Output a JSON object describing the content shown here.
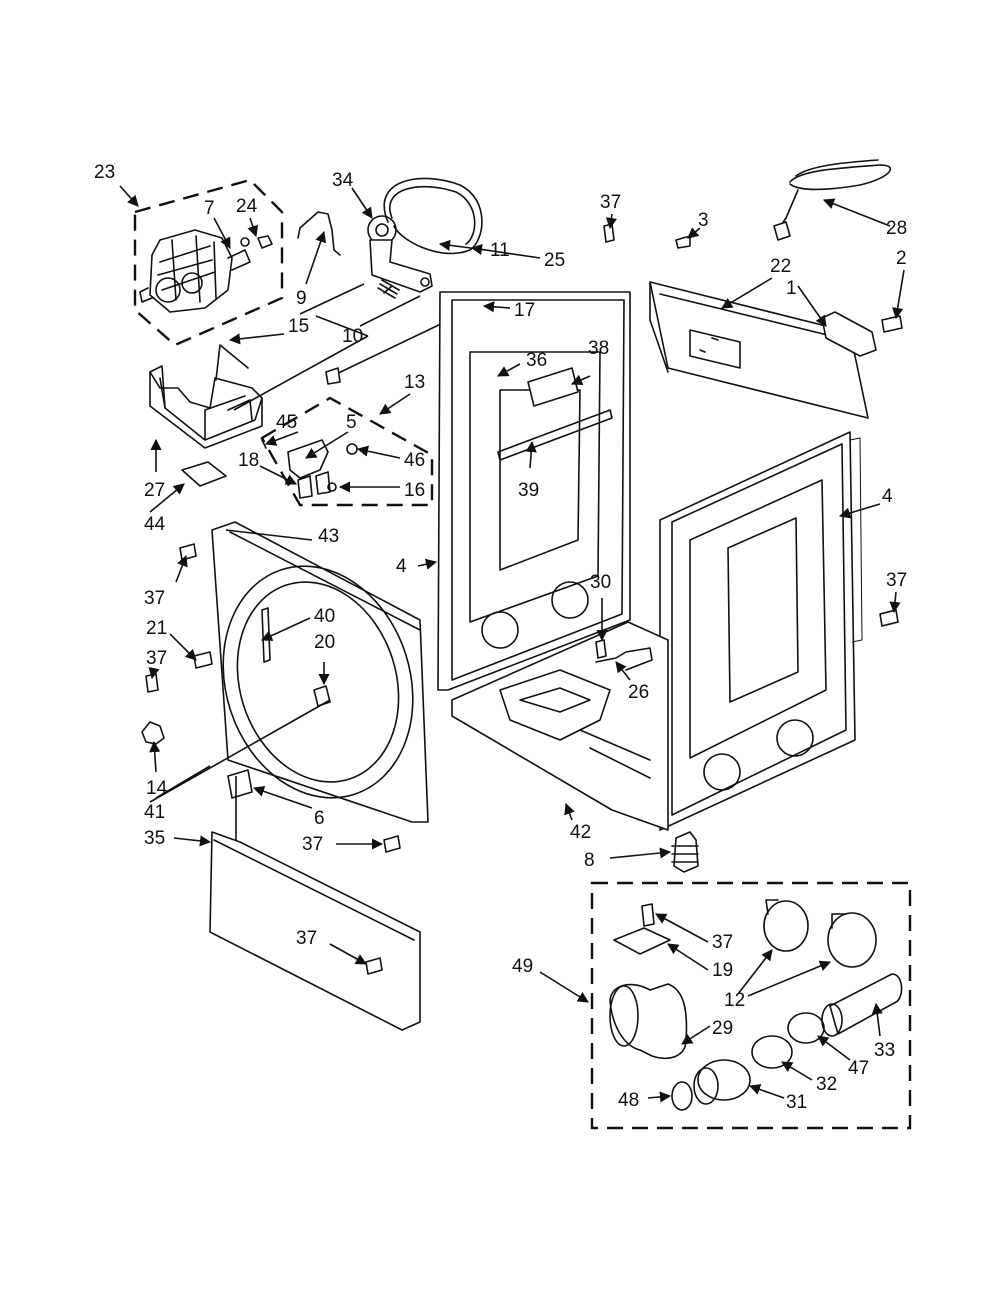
{
  "diagram": {
    "type": "exploded-parts-diagram",
    "callouts": {
      "c1": "1",
      "c2": "2",
      "c3": "3",
      "c4a": "4",
      "c4b": "4",
      "c5": "5",
      "c6": "6",
      "c7": "7",
      "c8": "8",
      "c9": "9",
      "c10": "10",
      "c11": "11",
      "c12": "12",
      "c13": "13",
      "c14": "14",
      "c15": "15",
      "c16": "16",
      "c17": "17",
      "c18": "18",
      "c19": "19",
      "c20": "20",
      "c21": "21",
      "c22": "22",
      "c23": "23",
      "c24": "24",
      "c25": "25",
      "c26": "26",
      "c27": "27",
      "c28": "28",
      "c29": "29",
      "c30": "30",
      "c31": "31",
      "c32": "32",
      "c33": "33",
      "c34": "34",
      "c35": "35",
      "c36": "36",
      "c37a": "37",
      "c37b": "37",
      "c37c": "37",
      "c37d": "37",
      "c37e": "37",
      "c37f": "37",
      "c37g": "37",
      "c38": "38",
      "c39": "39",
      "c40": "40",
      "c41": "41",
      "c42": "42",
      "c43": "43",
      "c44": "44",
      "c45": "45",
      "c46": "46",
      "c47": "47",
      "c48": "48",
      "c49": "49"
    }
  }
}
